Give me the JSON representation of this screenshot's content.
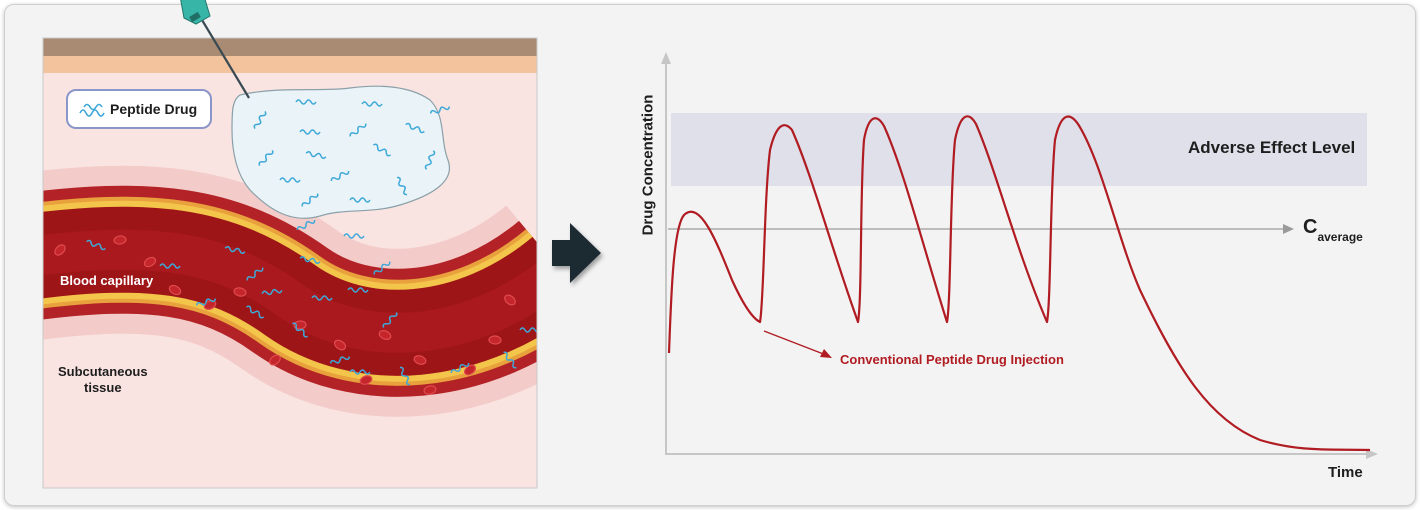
{
  "scene": {
    "legend_label": "Peptide Drug",
    "capillary_label": "Blood capillary",
    "tissue_label_line1": "Subcutaneous",
    "tissue_label_line2": "tissue"
  },
  "colors": {
    "skin_top": "#a98a72",
    "skin_second": "#f2c39c",
    "tissue": "#f9e4e2",
    "vessel_wall": "#b32227",
    "vessel_fat": "#f3c54b",
    "blood": "#9e1518",
    "drug": "#3ea8d8",
    "curve": "#b01c22",
    "band": "#dfe0ea"
  },
  "chart_data": {
    "type": "line",
    "xlabel": "Time",
    "ylabel": "Drug Concentration",
    "band_label": "Adverse Effect Level",
    "reference_line_label": "C",
    "reference_line_subscript": "average",
    "annotation": "Conventional Peptide Drug Injection",
    "series": [
      {
        "values": []
      }
    ]
  }
}
